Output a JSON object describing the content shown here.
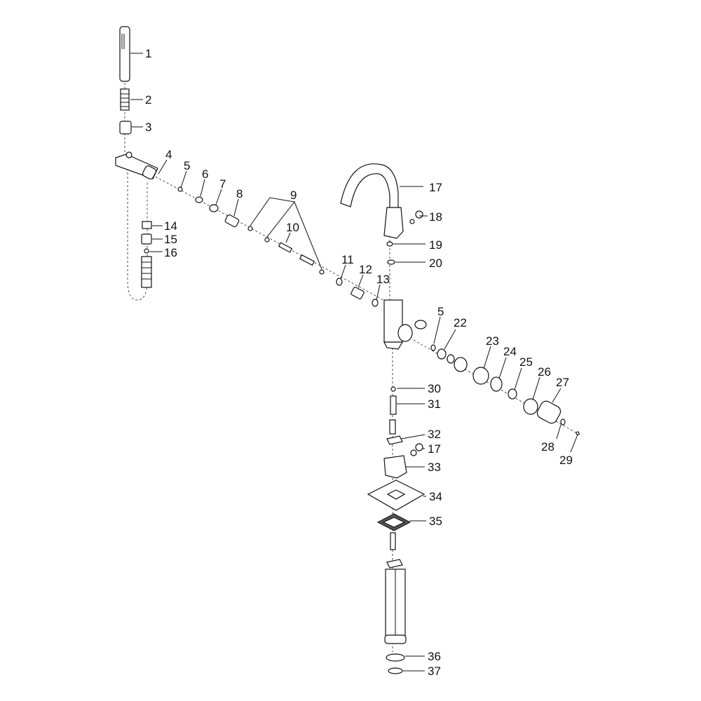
{
  "callouts": [
    {
      "id": "c1",
      "label": "1"
    },
    {
      "id": "c2",
      "label": "2"
    },
    {
      "id": "c3",
      "label": "3"
    },
    {
      "id": "c4",
      "label": "4"
    },
    {
      "id": "c5a",
      "label": "5"
    },
    {
      "id": "c6",
      "label": "6"
    },
    {
      "id": "c7",
      "label": "7"
    },
    {
      "id": "c8",
      "label": "8"
    },
    {
      "id": "c9",
      "label": "9"
    },
    {
      "id": "c10",
      "label": "10"
    },
    {
      "id": "c11",
      "label": "11"
    },
    {
      "id": "c12",
      "label": "12"
    },
    {
      "id": "c13",
      "label": "13"
    },
    {
      "id": "c14",
      "label": "14"
    },
    {
      "id": "c15",
      "label": "15"
    },
    {
      "id": "c16",
      "label": "16"
    },
    {
      "id": "c17a",
      "label": "17"
    },
    {
      "id": "c18",
      "label": "18"
    },
    {
      "id": "c19",
      "label": "19"
    },
    {
      "id": "c20",
      "label": "20"
    },
    {
      "id": "c5b",
      "label": "5"
    },
    {
      "id": "c22",
      "label": "22"
    },
    {
      "id": "c23",
      "label": "23"
    },
    {
      "id": "c24",
      "label": "24"
    },
    {
      "id": "c25",
      "label": "25"
    },
    {
      "id": "c26",
      "label": "26"
    },
    {
      "id": "c27",
      "label": "27"
    },
    {
      "id": "c28",
      "label": "28"
    },
    {
      "id": "c29",
      "label": "29"
    },
    {
      "id": "c30",
      "label": "30"
    },
    {
      "id": "c31",
      "label": "31"
    },
    {
      "id": "c32",
      "label": "32"
    },
    {
      "id": "c17b",
      "label": "17"
    },
    {
      "id": "c33",
      "label": "33"
    },
    {
      "id": "c34",
      "label": "34"
    },
    {
      "id": "c35",
      "label": "35"
    },
    {
      "id": "c36",
      "label": "36"
    },
    {
      "id": "c37",
      "label": "37"
    }
  ]
}
